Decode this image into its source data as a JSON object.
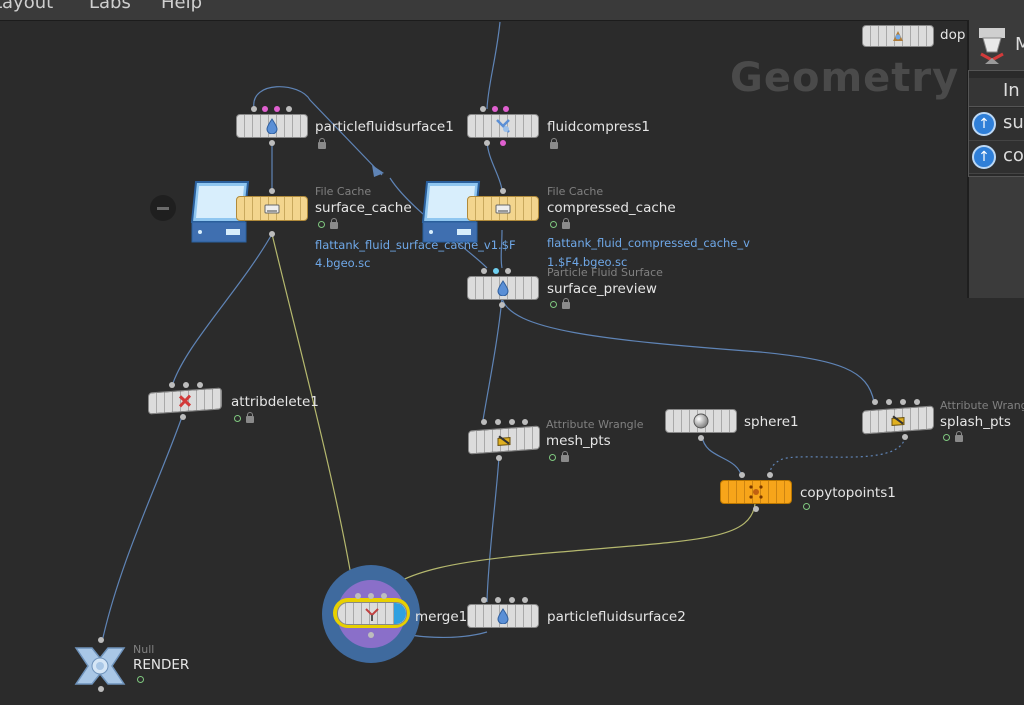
{
  "menubar": {
    "layout": "Layout",
    "labs": "Labs",
    "help": "Help"
  },
  "context_label": "Geometry",
  "colors": {
    "wire": "#5f84b6",
    "wire_yellow": "#b5b86e",
    "cache": "#f3d58e",
    "copy": "#f7a51a",
    "path": "#6fa8e8",
    "selected": "#e8d000"
  },
  "nodes": {
    "dop": {
      "name": "dop",
      "icon": "dop-network-icon"
    },
    "pfs1": {
      "name": "particlefluidsurface1",
      "icon": "fluid-droplet-icon"
    },
    "fluidcompress": {
      "name": "fluidcompress1",
      "icon": "compress-icon"
    },
    "surface_cache": {
      "type": "File Cache",
      "name": "surface_cache",
      "path": "flattank_fluid_surface_cache_v1.$F4.bgeo.sc",
      "icon": "disk-drive-icon"
    },
    "compressed_cache": {
      "type": "File Cache",
      "name": "compressed_cache",
      "path": "flattank_fluid_compressed_cache_v1.$F4.bgeo.sc",
      "icon": "disk-drive-icon"
    },
    "surface_preview": {
      "type": "Particle Fluid Surface",
      "name": "surface_preview",
      "icon": "fluid-droplet-icon"
    },
    "attribdelete": {
      "name": "attribdelete1",
      "icon": "delete-attribute-icon"
    },
    "mesh_pts": {
      "type": "Attribute Wrangle",
      "name": "mesh_pts",
      "icon": "wrangle-icon"
    },
    "sphere": {
      "name": "sphere1",
      "icon": "sphere-icon"
    },
    "splash_pts": {
      "type": "Attribute Wrangle",
      "name": "splash_pts",
      "icon": "wrangle-icon"
    },
    "copytopoints": {
      "name": "copytopoints1",
      "icon": "copy-to-points-icon"
    },
    "merge": {
      "name": "merge1",
      "icon": "merge-icon"
    },
    "pfs2": {
      "name": "particlefluidsurface2",
      "icon": "fluid-droplet-icon"
    },
    "render": {
      "type": "Null",
      "name": "RENDER",
      "icon": "null-icon"
    }
  },
  "panel": {
    "title": "M",
    "header": "In",
    "rows": [
      {
        "label": "su",
        "icon": "up-arrow-icon"
      },
      {
        "label": "co",
        "icon": "up-arrow-icon"
      }
    ]
  }
}
